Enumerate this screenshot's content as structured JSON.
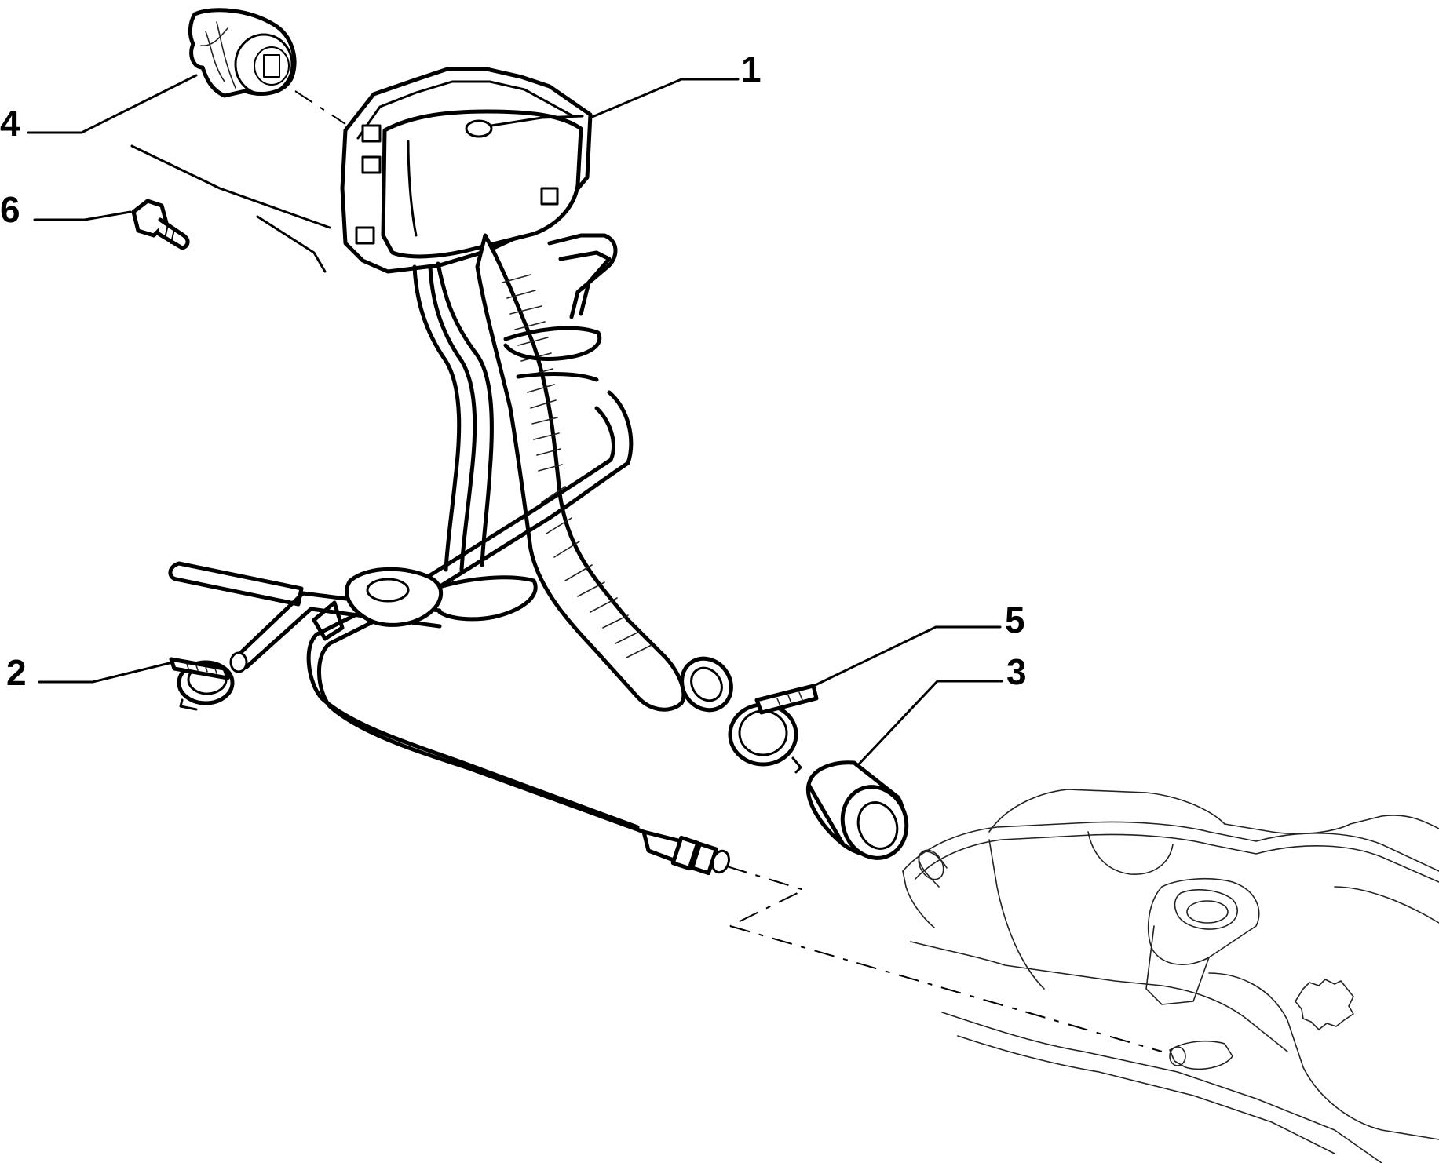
{
  "diagram": {
    "callouts": [
      {
        "id": "1",
        "label": "1",
        "part": "filler-neck-assembly"
      },
      {
        "id": "2",
        "label": "2",
        "part": "hose-clamp-small"
      },
      {
        "id": "3",
        "label": "3",
        "part": "rubber-sleeve"
      },
      {
        "id": "4",
        "label": "4",
        "part": "filler-cap"
      },
      {
        "id": "5",
        "label": "5",
        "part": "hose-clamp-large"
      },
      {
        "id": "6",
        "label": "6",
        "part": "fixing-bolt"
      }
    ],
    "colors": {
      "ink": "#000000",
      "background": "#ffffff"
    }
  }
}
